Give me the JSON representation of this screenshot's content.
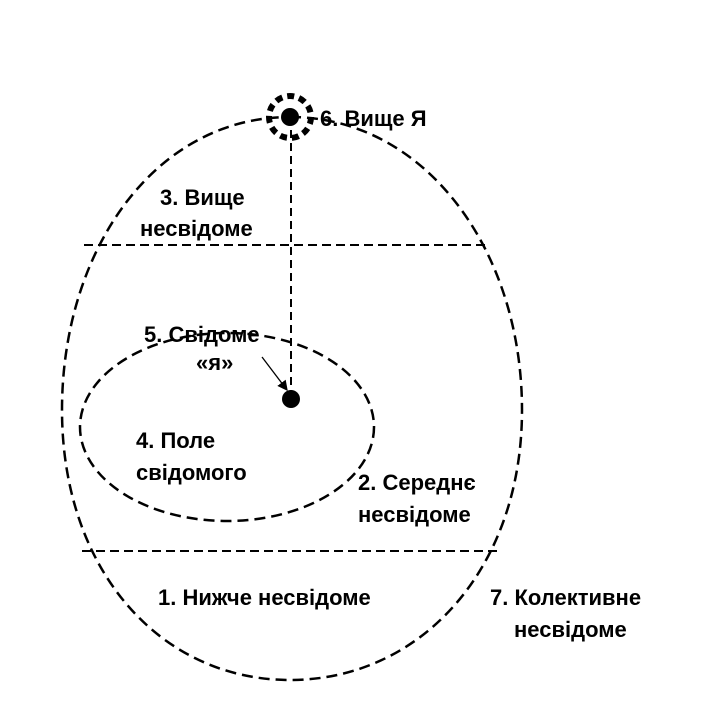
{
  "labels": {
    "lower_unconscious": "1. Нижче несвідоме",
    "middle_unconscious_1": "2. Середнє",
    "middle_unconscious_2": "несвідоме",
    "higher_unconscious_1": "3. Вище",
    "higher_unconscious_2": "несвідоме",
    "field_of_consciousness_1": "4. Поле",
    "field_of_consciousness_2": "свідомого",
    "conscious_self_1": "5. Свідоме",
    "conscious_self_2": "«я»",
    "higher_self": "6. Вище Я",
    "collective_unconscious_1": "7. Колективне",
    "collective_unconscious_2": "несвідоме"
  },
  "colors": {
    "stroke": "#000000",
    "background": "#ffffff"
  }
}
